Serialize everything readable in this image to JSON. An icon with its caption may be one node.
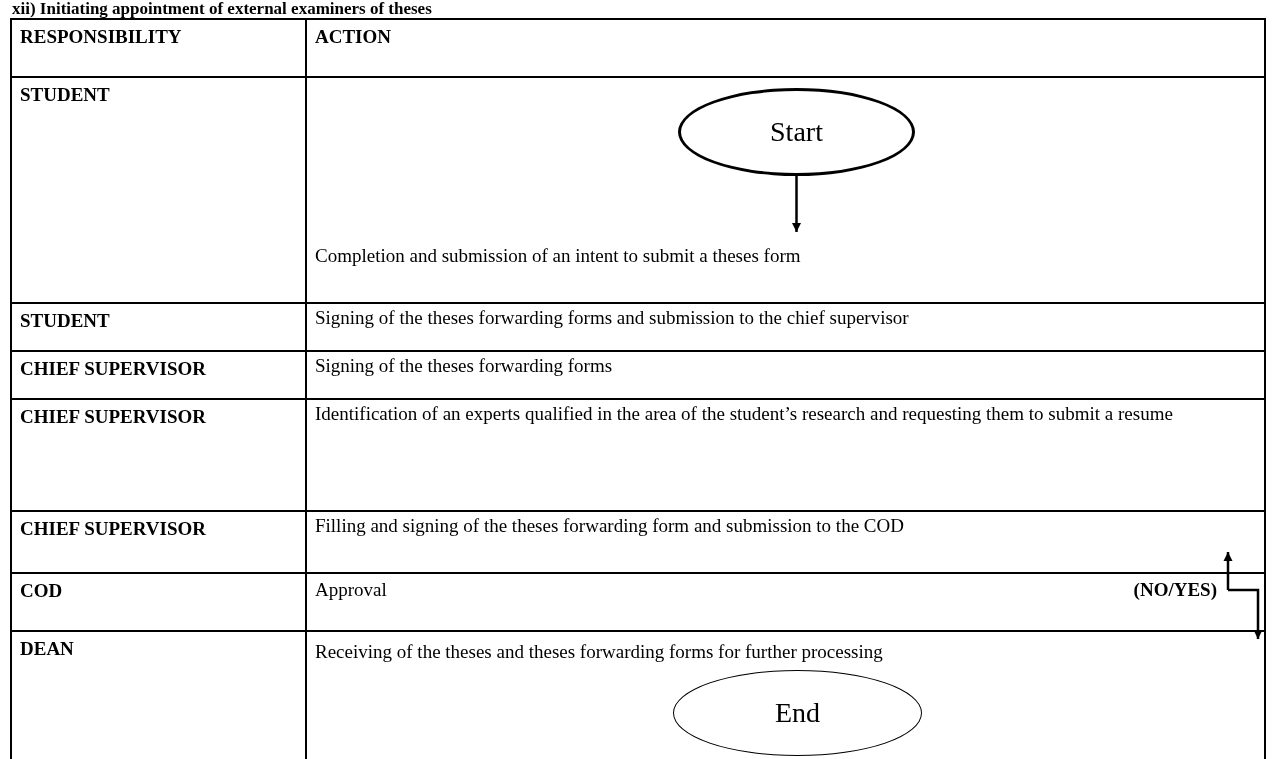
{
  "diagram": {
    "title": "xii) Initiating appointment of external examiners of theses",
    "nodes": [
      {
        "text": [
          "Start"
        ]
      },
      {
        "text": [
          "Completion and submission of an intent to submit a theses form"
        ]
      },
      {
        "text": [
          "Signing of the theses forwarding forms and submission to the chief supervisor"
        ]
      },
      {
        "text": [
          "Signing of the theses forwarding forms"
        ]
      },
      {
        "text": [
          "Identification of an experts qualified in the area of the student’s research and requesting them to submit a resume"
        ]
      },
      {
        "text": [
          "Filling and signing of the theses forwarding form and submission to the COD"
        ]
      },
      {
        "text": [
          "Approval"
        ]
      },
      {
        "text": [
          "(NO/YES)"
        ]
      },
      {
        "text": [
          "Receiving of the theses and theses forwarding forms for further processing"
        ]
      },
      {
        "text": [
          "End"
        ]
      }
    ],
    "edges": [
      {
        "from": 0,
        "to": 1,
        "arrow": "to"
      },
      {
        "from": 7,
        "to": null,
        "arrow": "to"
      },
      {
        "from": 7,
        "to": null,
        "arrow": "to"
      }
    ],
    "labels": [
      "RESPONSIBILITY",
      "ACTION",
      "STUDENT",
      "STUDENT",
      "CHIEF SUPERVISOR",
      "CHIEF SUPERVISOR",
      "CHIEF SUPERVISOR",
      "COD",
      "DEAN"
    ]
  }
}
